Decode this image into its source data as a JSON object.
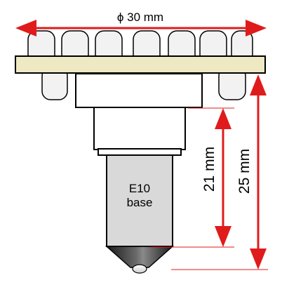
{
  "dimensions": {
    "diameter": "ϕ 30 mm",
    "base_height": "21 mm",
    "total_height": "25 mm"
  },
  "base": {
    "line1": "E10",
    "line2": "base"
  },
  "colors": {
    "arrow": "#e01b1b",
    "board": "#eee8c3",
    "led": "#f2f2f2",
    "base_metal": "#d9d9d9",
    "outline": "#000000"
  }
}
